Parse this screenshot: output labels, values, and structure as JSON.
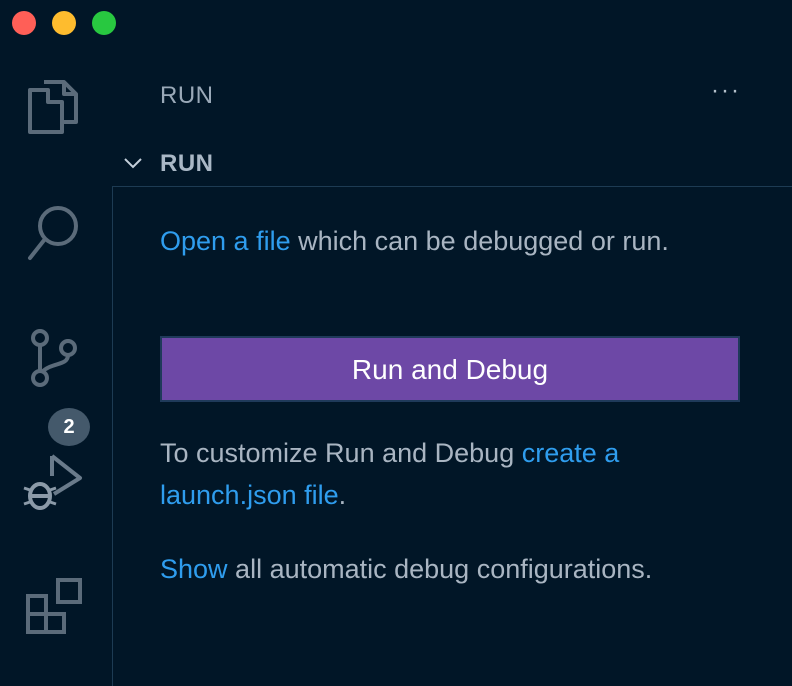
{
  "window": {
    "controls": [
      "close",
      "minimize",
      "maximize"
    ]
  },
  "activity_bar": {
    "items": [
      {
        "icon": "files-icon"
      },
      {
        "icon": "search-icon"
      },
      {
        "icon": "source-control-icon",
        "badge": "2"
      },
      {
        "icon": "run-debug-icon"
      },
      {
        "icon": "extensions-icon"
      }
    ]
  },
  "sidebar": {
    "title": "RUN",
    "more_actions": "···",
    "section_title": "RUN",
    "open_file_link": "Open a file",
    "open_file_text": " which can be debugged or run.",
    "run_debug_button": "Run and Debug",
    "customize_text": "To customize Run and Debug ",
    "create_launch_link": "create a launch.json file",
    "customize_end": ".",
    "show_link": "Show",
    "show_text": " all automatic debug configurations."
  },
  "colors": {
    "background": "#011627",
    "link": "#2f9dee",
    "button": "#6d48a6",
    "badge": "#44596b"
  }
}
